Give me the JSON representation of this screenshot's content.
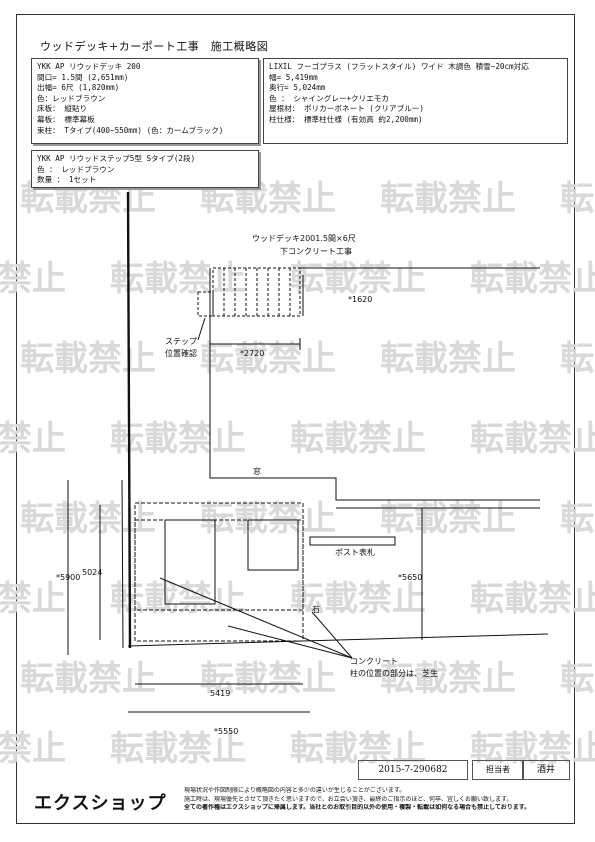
{
  "title": "ウッドデッキ+カーポート工事　施工概略図",
  "spec_box_1": {
    "lines": [
      "YKK AP リウッドデッキ 200",
      "間口= 1.5間 (2,651mm)",
      "出幅= 6尺 (1,820mm)",
      "色：レッドブラウン",
      "床板： 縦貼り",
      "幕板： 標準幕板",
      "束柱： Tタイプ(400~550mm) (色：カームブラック)"
    ]
  },
  "spec_box_2": {
    "lines": [
      "LIXIL フーゴプラス (フラットスタイル) ワイド 木調色 積雪~20cm対応",
      "幅= 5,419mm",
      "奥行= 5,024mm",
      "色 ： シャイングレー+クリエモカ",
      "屋根材： ポリカーボネート (クリアブルー)",
      "柱仕様： 標準柱仕様 (有効高 約2,200mm)"
    ]
  },
  "spec_box_3": {
    "lines": [
      "YKK AP リウッドステップ5型 Sタイプ(2段)",
      "色 ： レッドブラウン",
      "数量 ： 1セット"
    ]
  },
  "watermark": "転載禁止",
  "drawing": {
    "deck_label": "ウッドデッキ2001.5間×6尺",
    "deck_sub_label": "下コンクリート工事",
    "dim_1820": "*1620",
    "dim_2720": "*2720",
    "step_note_line1": "ステップ",
    "step_note_line2": "位置確認",
    "window": "窓",
    "post_label": "ポスト表札",
    "dim_5024": "5024",
    "dim_5900": "*5900",
    "dim_5650": "*5650",
    "concrete": "コンクリート",
    "pillar_note": "柱の位置の部分は、芝生",
    "dim_5419": "5419",
    "dim_5550": "*5550",
    "post_marker": "石"
  },
  "footer": {
    "code": "2015-7-290682",
    "tantou_label": "担当者",
    "tantou_name": "酒井",
    "logo": "エクスショップ",
    "notes": [
      "現場状況や作図制限により概略図の内容と多少の違いが生じることがございます。",
      "施工時は、現場優先とさせて頂きたく思いますので、お立会い頂き、最終のご指示のほど、何卒、宜しくお願い致します。",
      "全ての著作権はエクスショップに帰属します。当社とのお取引目的以外の使用・複製・転載は如何なる場合も禁止しております。"
    ]
  }
}
